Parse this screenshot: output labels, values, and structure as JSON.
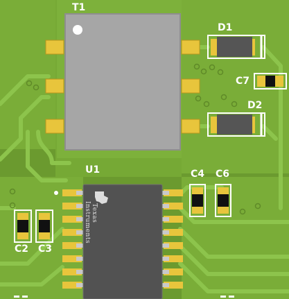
{
  "colors": {
    "board": "#6b9a2f",
    "copper_pour": "#7caf3a",
    "trace": "#8cc24a",
    "pad_gold": "#e6c33b",
    "silkscreen": "#ffffff",
    "component_body": "#a5a5a5",
    "ic_body": "#505050"
  },
  "designators": {
    "t1": "T1",
    "d1": "D1",
    "d2": "D2",
    "c7": "C7",
    "u1": "U1",
    "c4": "C4",
    "c6": "C6",
    "c2": "C2",
    "c3": "C3"
  },
  "ic_logo": {
    "line1": "Texas",
    "line2": "Instruments",
    "icon": "texas-instruments-logo-icon"
  }
}
